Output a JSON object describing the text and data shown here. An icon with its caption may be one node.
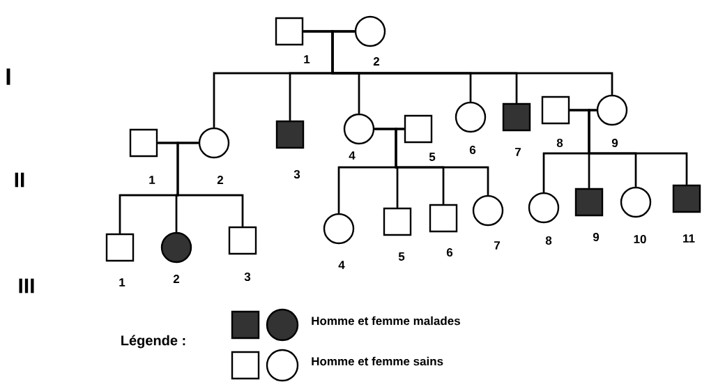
{
  "diagram": {
    "nodes": [
      {
        "text": [],
        "shape": "box",
        "beside": [
          "1"
        ]
      },
      {
        "text": [],
        "shape": "circle",
        "beside": [
          "2"
        ]
      },
      {
        "text": [],
        "shape": "box",
        "beside": [
          "1"
        ]
      },
      {
        "text": [],
        "shape": "circle",
        "beside": [
          "2"
        ]
      },
      {
        "text": [],
        "shape": "block",
        "beside": [
          "3"
        ]
      },
      {
        "text": [],
        "shape": "circle",
        "beside": [
          "4"
        ]
      },
      {
        "text": [],
        "shape": "box",
        "beside": [
          "5"
        ]
      },
      {
        "text": [],
        "shape": "circle",
        "beside": [
          "6"
        ]
      },
      {
        "text": [],
        "shape": "block",
        "beside": [
          "7"
        ]
      },
      {
        "text": [],
        "shape": "box",
        "beside": [
          "8"
        ]
      },
      {
        "text": [],
        "shape": "circle",
        "beside": [
          "9"
        ]
      },
      {
        "text": [],
        "shape": "box",
        "beside": [
          "1"
        ]
      },
      {
        "text": [],
        "shape": "disc",
        "beside": [
          "2"
        ]
      },
      {
        "text": [],
        "shape": "box",
        "beside": [
          "3"
        ]
      },
      {
        "text": [],
        "shape": "circle",
        "beside": [
          "4"
        ]
      },
      {
        "text": [],
        "shape": "box",
        "beside": [
          "5"
        ]
      },
      {
        "text": [],
        "shape": "box",
        "beside": [
          "6"
        ]
      },
      {
        "text": [],
        "shape": "circle",
        "beside": [
          "7"
        ]
      },
      {
        "text": [],
        "shape": "circle",
        "beside": [
          "8"
        ]
      },
      {
        "text": [],
        "shape": "block",
        "beside": [
          "9"
        ]
      },
      {
        "text": [],
        "shape": "circle",
        "beside": [
          "10"
        ]
      },
      {
        "text": [],
        "shape": "block",
        "beside": [
          "11"
        ]
      }
    ],
    "edges": [
      {
        "from": 0,
        "to": 1,
        "arrow": "none"
      },
      {
        "from": 0,
        "to": 3,
        "arrow": "none"
      },
      {
        "from": 1,
        "to": 3,
        "arrow": "none"
      },
      {
        "from": 0,
        "to": 4,
        "arrow": "none"
      },
      {
        "from": 1,
        "to": 4,
        "arrow": "none"
      },
      {
        "from": 0,
        "to": 5,
        "arrow": "none"
      },
      {
        "from": 1,
        "to": 5,
        "arrow": "none"
      },
      {
        "from": 0,
        "to": 7,
        "arrow": "none"
      },
      {
        "from": 1,
        "to": 7,
        "arrow": "none"
      },
      {
        "from": 0,
        "to": 8,
        "arrow": "none"
      },
      {
        "from": 1,
        "to": 8,
        "arrow": "none"
      },
      {
        "from": 0,
        "to": 10,
        "arrow": "none"
      },
      {
        "from": 1,
        "to": 10,
        "arrow": "none"
      },
      {
        "from": 2,
        "to": 3,
        "arrow": "none"
      },
      {
        "from": 5,
        "to": 6,
        "arrow": "none"
      },
      {
        "from": 9,
        "to": 10,
        "arrow": "none"
      },
      {
        "from": 2,
        "to": 11,
        "arrow": "none"
      },
      {
        "from": 3,
        "to": 11,
        "arrow": "none"
      },
      {
        "from": 2,
        "to": 12,
        "arrow": "none"
      },
      {
        "from": 3,
        "to": 12,
        "arrow": "none"
      },
      {
        "from": 2,
        "to": 13,
        "arrow": "none"
      },
      {
        "from": 3,
        "to": 13,
        "arrow": "none"
      },
      {
        "from": 5,
        "to": 14,
        "arrow": "none"
      },
      {
        "from": 6,
        "to": 14,
        "arrow": "none"
      },
      {
        "from": 5,
        "to": 15,
        "arrow": "none"
      },
      {
        "from": 6,
        "to": 15,
        "arrow": "none"
      },
      {
        "from": 5,
        "to": 16,
        "arrow": "none"
      },
      {
        "from": 6,
        "to": 16,
        "arrow": "none"
      },
      {
        "from": 5,
        "to": 17,
        "arrow": "none"
      },
      {
        "from": 6,
        "to": 17,
        "arrow": "none"
      },
      {
        "from": 9,
        "to": 18,
        "arrow": "none"
      },
      {
        "from": 10,
        "to": 18,
        "arrow": "none"
      },
      {
        "from": 9,
        "to": 19,
        "arrow": "none"
      },
      {
        "from": 10,
        "to": 19,
        "arrow": "none"
      },
      {
        "from": 9,
        "to": 20,
        "arrow": "none"
      },
      {
        "from": 10,
        "to": 20,
        "arrow": "none"
      },
      {
        "from": 9,
        "to": 21,
        "arrow": "none"
      },
      {
        "from": 10,
        "to": 21,
        "arrow": "none"
      }
    ],
    "labels": [
      "I",
      "II",
      "III",
      "Légende :"
    ],
    "legend": [
      {
        "text": "Homme et femme malades"
      },
      {
        "text": "Homme et femme sains"
      }
    ]
  }
}
